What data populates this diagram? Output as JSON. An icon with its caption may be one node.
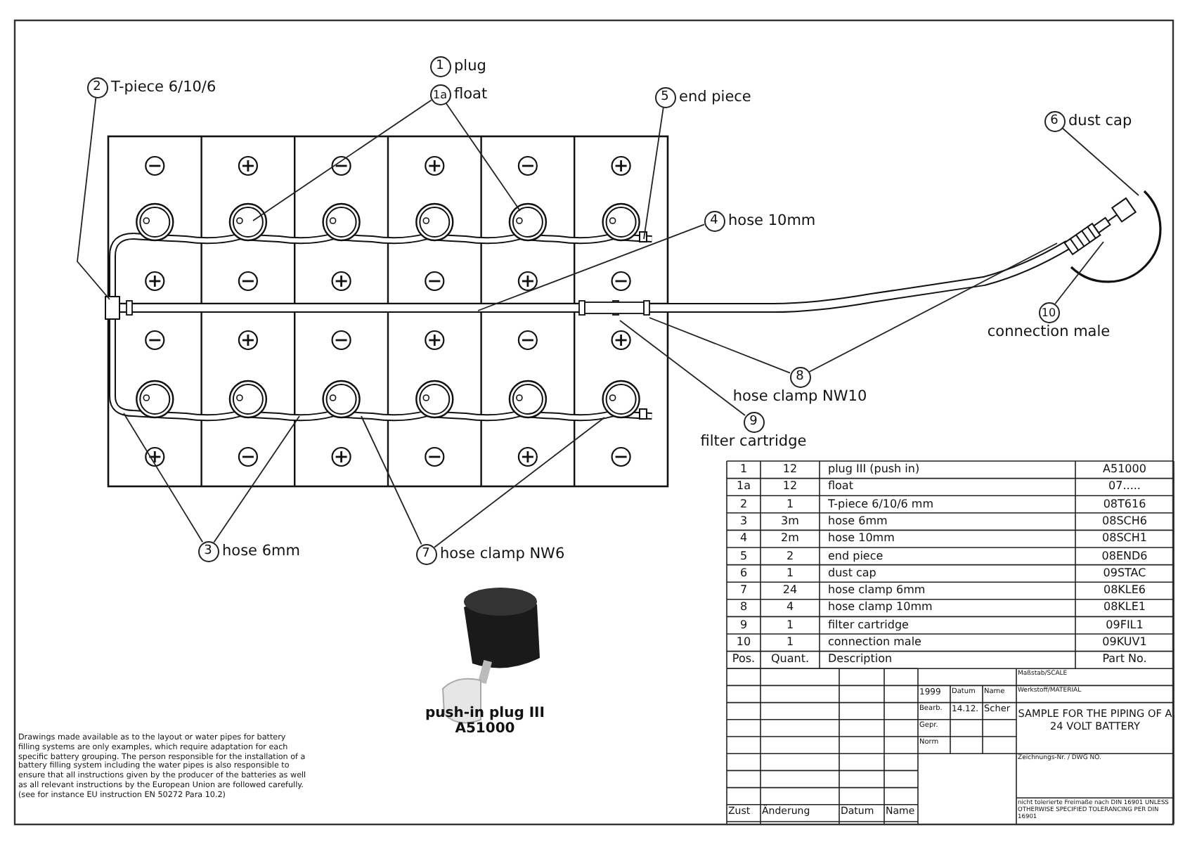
{
  "diagram": {
    "nodes": [
      {
        "text": [
          "1"
        ],
        "beside": [
          "plug"
        ]
      },
      {
        "text": [
          "1a"
        ],
        "beside": [
          "float"
        ]
      },
      {
        "text": [
          "2"
        ],
        "beside": [
          "T-piece 6/10/6"
        ]
      },
      {
        "text": [
          "5"
        ],
        "beside": [
          "end piece"
        ]
      },
      {
        "text": [
          "4"
        ],
        "beside": [
          "hose 10mm"
        ]
      },
      {
        "text": [
          "6"
        ],
        "beside": [
          "dust cap"
        ]
      },
      {
        "text": [
          "10"
        ],
        "beside": [
          "connection male"
        ]
      },
      {
        "text": [
          "8"
        ],
        "beside": [
          "hose clamp NW10"
        ]
      },
      {
        "text": [
          "9"
        ],
        "beside": [
          "filter cartridge"
        ]
      },
      {
        "text": [
          "3"
        ],
        "beside": [
          "hose 6mm"
        ]
      },
      {
        "text": [
          "7"
        ],
        "beside": [
          "hose clamp NW6"
        ]
      }
    ],
    "edges": [
      {
        "from": 1,
        "to": null,
        "arrow": "none"
      },
      {
        "from": 1,
        "to": null,
        "arrow": "none"
      },
      {
        "from": 2,
        "to": null,
        "arrow": "none"
      },
      {
        "from": 3,
        "to": null,
        "arrow": "none"
      },
      {
        "from": 4,
        "to": null,
        "arrow": "none"
      },
      {
        "from": 5,
        "to": null,
        "arrow": "none"
      },
      {
        "from": 6,
        "to": null,
        "arrow": "none"
      },
      {
        "from": 7,
        "to": null,
        "arrow": "none"
      },
      {
        "from": 7,
        "to": null,
        "arrow": "none"
      },
      {
        "from": 8,
        "to": null,
        "arrow": "none"
      },
      {
        "from": 9,
        "to": null,
        "arrow": "none"
      },
      {
        "from": 9,
        "to": null,
        "arrow": "none"
      },
      {
        "from": 10,
        "to": null,
        "arrow": "none"
      },
      {
        "from": 10,
        "to": null,
        "arrow": "none"
      }
    ],
    "labels": [
      "push-in plug III",
      "A51000",
      "Drawings made available as to the layout or water pipes for battery filling systems are only examples, which require adaptation for each specific battery grouping. The person responsible for the installation of a battery filling system including the water pipes is also responsible to ensure that all instructions given by the producer of the batteries as well as all relevant instructions by the European Union are followed carefully. (see for instance EU instruction EN 50272 Para 10.2)",
      "1",
      "12",
      "plug III (push in)",
      "A51000",
      "1a",
      "12",
      "float",
      "07.....",
      "2",
      "1",
      "T-piece 6/10/6 mm",
      "08T616",
      "3",
      "3m",
      "hose 6mm",
      "08SCH6",
      "4",
      "2m",
      "hose 10mm",
      "08SCH1",
      "5",
      "2",
      "end piece",
      "08END6",
      "6",
      "1",
      "dust cap",
      "09STAC",
      "7",
      "24",
      "hose clamp 6mm",
      "08KLE6",
      "8",
      "4",
      "hose clamp 10mm",
      "08KLE1",
      "9",
      "1",
      "filter cartridge",
      "09FIL1",
      "10",
      "1",
      "connection male",
      "09KUV1",
      "Pos.",
      "Quant.",
      "Description",
      "Part No.",
      "Maßstab/SCALE",
      "1999",
      "Datum",
      "Name",
      "Werkstoff/MATERIAL",
      "Bearb.",
      "14.12.",
      "Scher",
      "SAMPLE FOR THE PIPING OF A 24 VOLT BATTERY",
      "Gepr.",
      "Norm",
      "Zeichnungs-Nr. / DWG NO.",
      "nicht tolerierte Freimaße nach DIN 16901 UNLESS OTHERWISE SPECIFIED TOLERANCING PER DIN 16901",
      "Zust",
      "Änderung",
      "Datum",
      "Name"
    ]
  }
}
